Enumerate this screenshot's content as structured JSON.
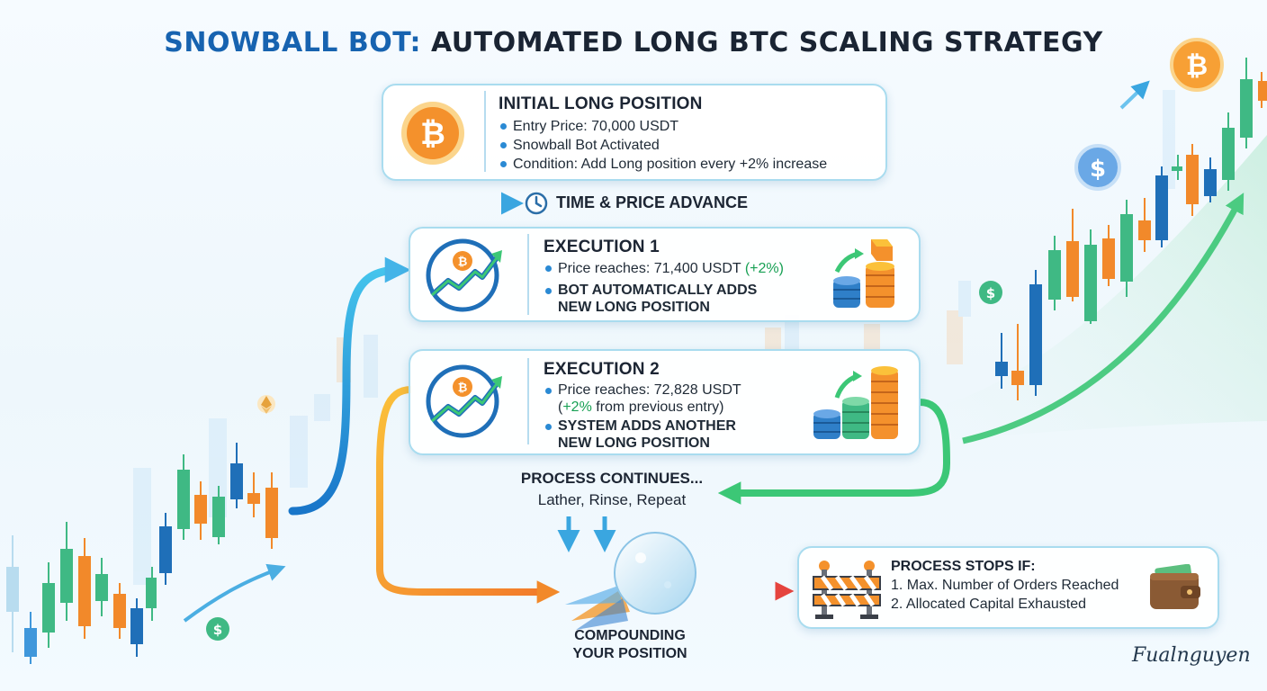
{
  "title": {
    "accent": "SNOWBALL BOT:",
    "rest": " AUTOMATED LONG BTC SCALING STRATEGY"
  },
  "initial": {
    "title": "INITIAL LONG POSITION",
    "items": [
      "Entry Price: 70,000 USDT",
      "Snowball Bot Activated",
      "Condition: Add Long position every +2% increase"
    ]
  },
  "advance": "TIME & PRICE ADVANCE",
  "exec1": {
    "title": "EXECUTION 1",
    "price_prefix": "Price reaches: 71,400 USDT ",
    "price_pct": "(+2%)",
    "action_line1": "BOT AUTOMATICALLY ADDS",
    "action_line2": "NEW LONG POSITION"
  },
  "exec2": {
    "title": "EXECUTION 2",
    "price_line1": "Price reaches: 72,828 USDT",
    "price_open": "(",
    "price_pct": "+2%",
    "price_close": " from previous entry)",
    "action_line1": "SYSTEM ADDS ANOTHER",
    "action_line2": "NEW LONG POSITION"
  },
  "process": {
    "title": "PROCESS CONTINUES...",
    "subtitle": "Lather, Rinse, Repeat"
  },
  "compounding": {
    "line1": "COMPOUNDING",
    "line2": "YOUR POSITION"
  },
  "stops": {
    "title": "PROCESS STOPS IF:",
    "items": [
      "1. Max. Number of Orders Reached",
      "2. Allocated Capital Exhausted"
    ]
  },
  "signature": "Fualnguyen",
  "icons": {
    "bitcoin": "₿",
    "dollar": "$",
    "ethereum": "ethereum-icon",
    "clock": "clock-icon",
    "coins": "coin-stack-icon",
    "wallet": "wallet-icon",
    "barrier": "barrier-icon"
  },
  "colors": {
    "accent": "#1763b0",
    "green": "#18a054",
    "orange": "#f39a2c",
    "red": "#e85a4f",
    "blue_arrow": "#3aa6e0",
    "card_border": "#a9dcef"
  }
}
